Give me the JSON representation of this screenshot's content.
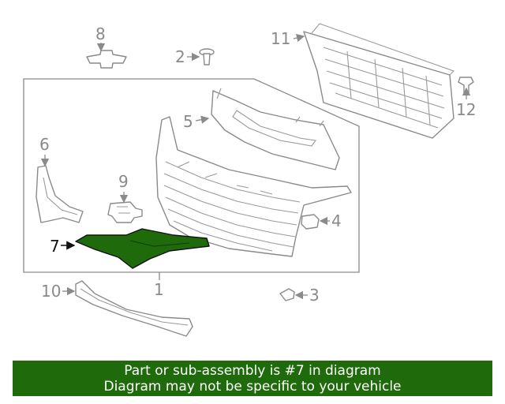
{
  "diagram": {
    "highlight_color": "#1f6b0c",
    "line_color": "#8a8a8a",
    "callouts": [
      "1",
      "2",
      "3",
      "4",
      "5",
      "6",
      "7",
      "8",
      "9",
      "10",
      "11",
      "12"
    ],
    "highlighted_part": "7"
  },
  "banner": {
    "line1": "Part or sub-assembly is #7 in diagram",
    "line2": "Diagram may not be specific to your vehicle",
    "background": "#1f6b0c"
  }
}
